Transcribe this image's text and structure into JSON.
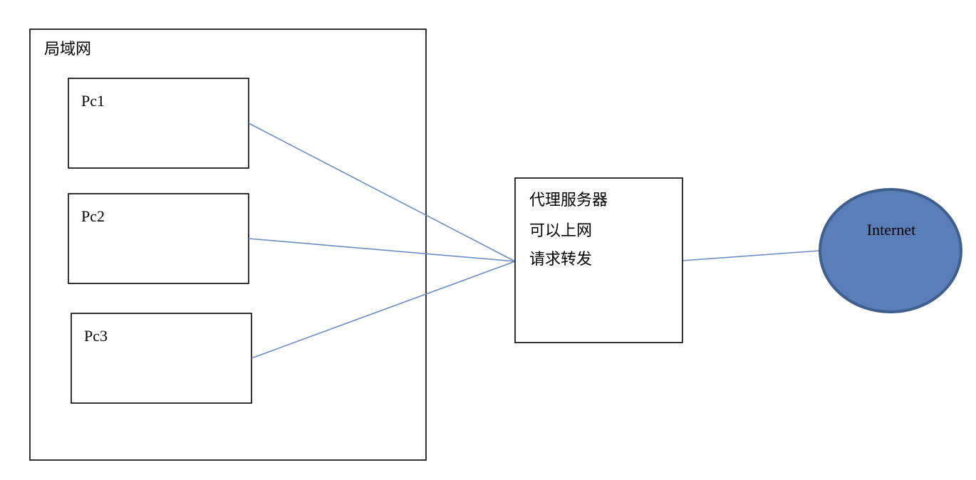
{
  "lan": {
    "label": "局域网"
  },
  "pcs": [
    {
      "label": "Pc1"
    },
    {
      "label": "Pc2"
    },
    {
      "label": "Pc3"
    }
  ],
  "proxy": {
    "lines": [
      "代理服务器",
      "可以上网",
      "请求转发"
    ]
  },
  "internet": {
    "label": "Internet"
  },
  "colors": {
    "link": "#6a8cc4",
    "internet_fill": "#5a7fb8",
    "internet_stroke": "#3f5f8f"
  }
}
